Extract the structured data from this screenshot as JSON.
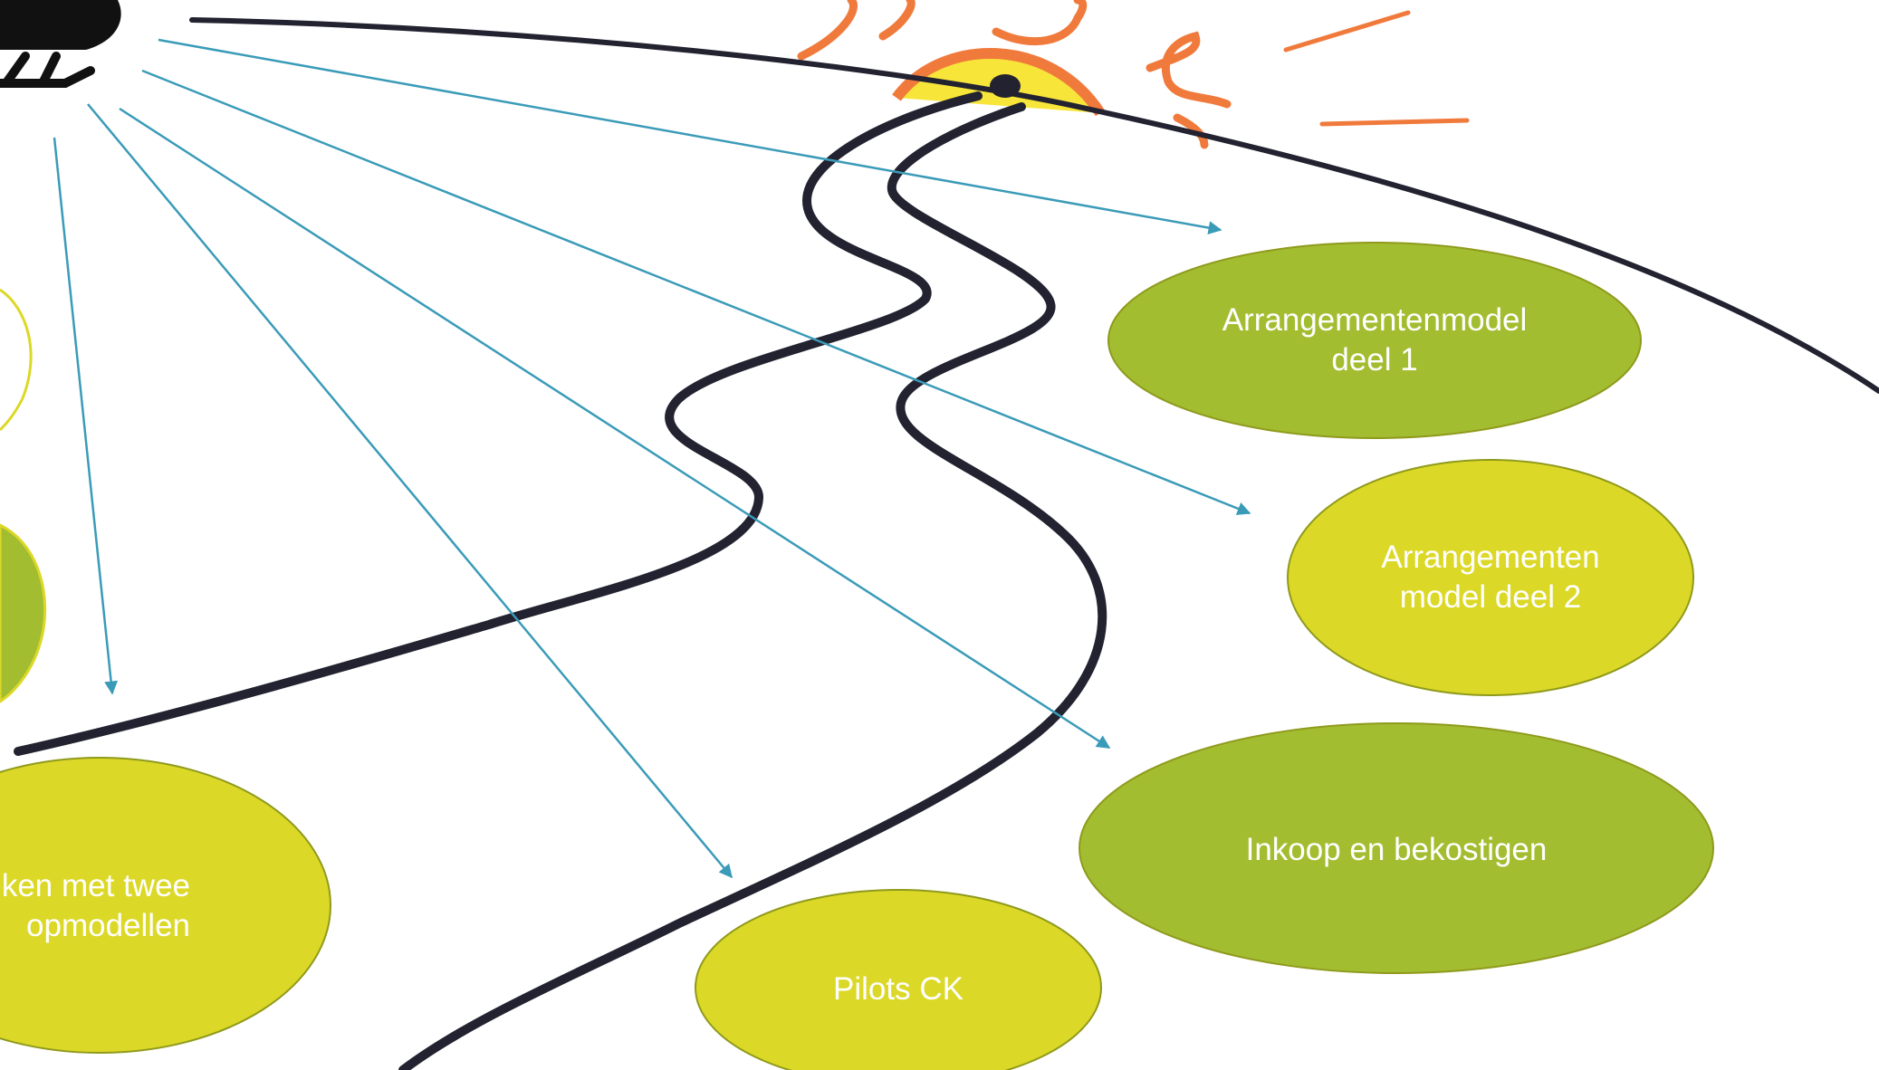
{
  "colors": {
    "background": "#ffffff",
    "road": "#222230",
    "sun_orange": "#f07a3c",
    "sun_yellow": "#f7e53a",
    "arrow": "#3a9bb8",
    "oval_green": "#a3bd31",
    "oval_yellow": "#dcd827",
    "oval_border": "#8f9a1c",
    "text": "#ffffff"
  },
  "icons": [
    "helicopter-icon",
    "sun-icon"
  ],
  "nodes": [
    {
      "id": "arrangementenmodel-1",
      "label": "Arrangementenmodel\ndeel 1",
      "fill": "green"
    },
    {
      "id": "arrangementenmodel-2",
      "label": "Arrangementen\nmodel deel 2",
      "fill": "yellow"
    },
    {
      "id": "inkoop",
      "label": "Inkoop en bekostigen",
      "fill": "green"
    },
    {
      "id": "pilots",
      "label": "Pilots CK",
      "fill": "yellow"
    },
    {
      "id": "twee-modellen",
      "label": "ken met twee\nopmodellen",
      "fill": "yellow"
    }
  ]
}
